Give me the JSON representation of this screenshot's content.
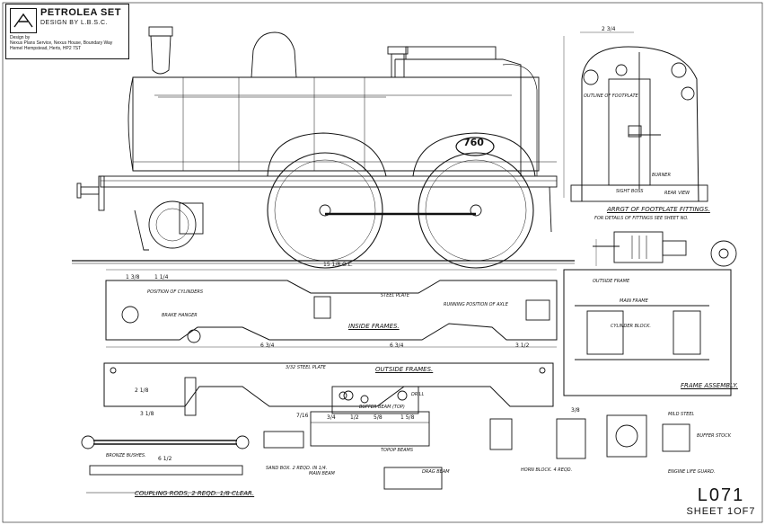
{
  "title_block": {
    "title": "PETROLEA SET",
    "subtitle": "DESIGN BY L.B.S.C.",
    "credit_lines": [
      "Design by",
      "Nexus Plans Service, Nexus House, Boundary Way",
      "Hemel Hempstead, Herts, HP2 7ST"
    ]
  },
  "drawing_ref": {
    "number": "L071",
    "sheet": "SHEET 1OF7"
  },
  "loco_number": "760",
  "views": {
    "footplate": "ARRGT OF FOOTPLATE FITTINGS.",
    "footplate_note": "FOR DETAILS OF FITTINGS SEE SHEET NO.",
    "inside_frames": "INSIDE FRAMES.",
    "outside_frames": "OUTSIDE FRAMES.",
    "frame_assembly": "FRAME ASSEMBLY.",
    "coupling_rods": "COUPLING RODS, 2 REQD. 1/8 CLEAR.",
    "buffer_beam": "BUFFER BEAM (TOP)",
    "topop_beams": "TOPOP BEAMS",
    "engine_life_guard": "ENGINE LIFE GUARD."
  },
  "labels": {
    "outline_of_front": "OUTLINE OF FOOTPLATE",
    "burner": "BURNER",
    "sight_boss": "SIGHT BOSS",
    "steel_plate": "STEEL PLATE",
    "position_of_cylinders": "POSITION OF CYLINDERS",
    "cylinder_block": "CYLINDER BLOCK.",
    "main_frame": "MAIN FRAME",
    "outside_frame": "OUTSIDE FRAME",
    "brake_hanger": "BRAKE HANGER",
    "running_position_of_axle": "RUNNING POSITION OF AXLE",
    "bronze_bushes": "BRONZE BUSHES.",
    "sand_box": "SAND BOX. 2 REQD. IN 1/4.",
    "main_beam": "MAIN BEAM",
    "drag_beam": "DRAG BEAM",
    "horn_block": "HORN BLOCK. 4 REQD.",
    "buffer_stock": "BUFFER STOCK",
    "steel_plate_outside": "3/32 STEEL PLATE",
    "wheel_drill": "DRILL",
    "mildsteel": "MILD STEEL",
    "rear_view": "REAR VIEW"
  },
  "dimensions": {
    "overall_length": "15 1/8 O.L.",
    "cab_width": "2 3/4",
    "d1": "6 3/4",
    "d2": "6 3/4",
    "d3": "3 1/2",
    "d4": "1 3/8",
    "d5": "1 1/4",
    "d6": "3 1/8",
    "d7": "2 1/8",
    "d8": "6 1/2",
    "d9": "7/16",
    "d10": "3/4",
    "d11": "1 5/8",
    "d12": "1/2",
    "d13": "5/8",
    "d14": "3/8"
  }
}
